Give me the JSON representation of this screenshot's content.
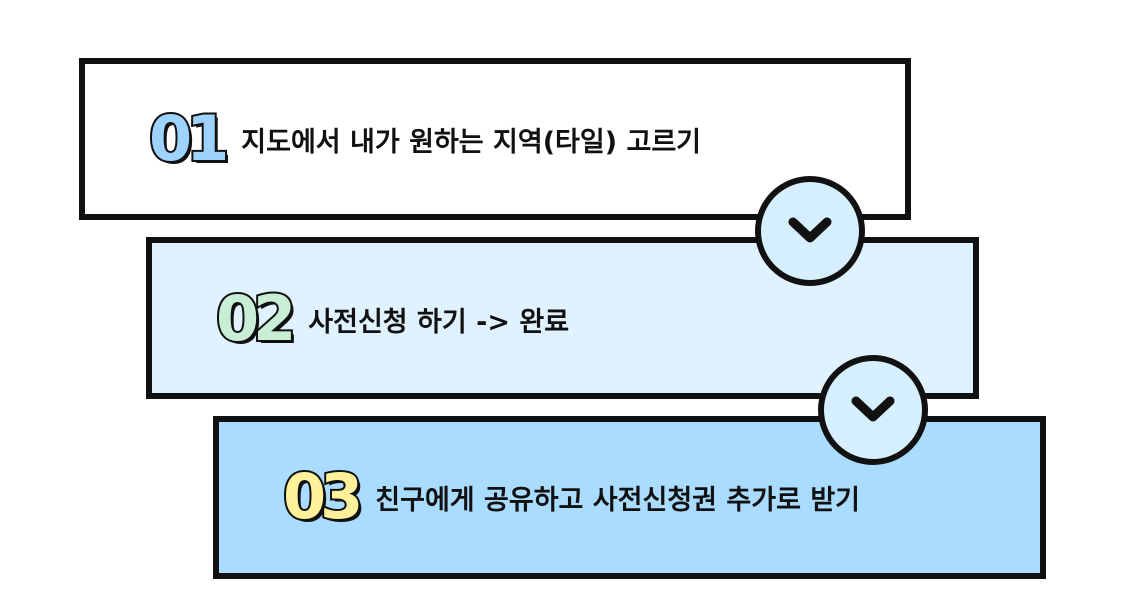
{
  "steps": [
    {
      "number": "01",
      "label": "지도에서 내가 원하는 지역(타일) 고르기",
      "number_color": "#9fd3ff"
    },
    {
      "number": "02",
      "label": "사전신청 하기 -> 완료",
      "number_color": "#c9eed6"
    },
    {
      "number": "03",
      "label": "친구에게 공유하고 사전신청권 추가로 받기",
      "number_color": "#fff09a"
    }
  ],
  "card_colors": [
    "#ffffff",
    "#e0f2ff",
    "#a9dcff"
  ],
  "connector_icon": "chevron-down-icon",
  "connector_color": "#d6efff",
  "outline_color": "#111111"
}
